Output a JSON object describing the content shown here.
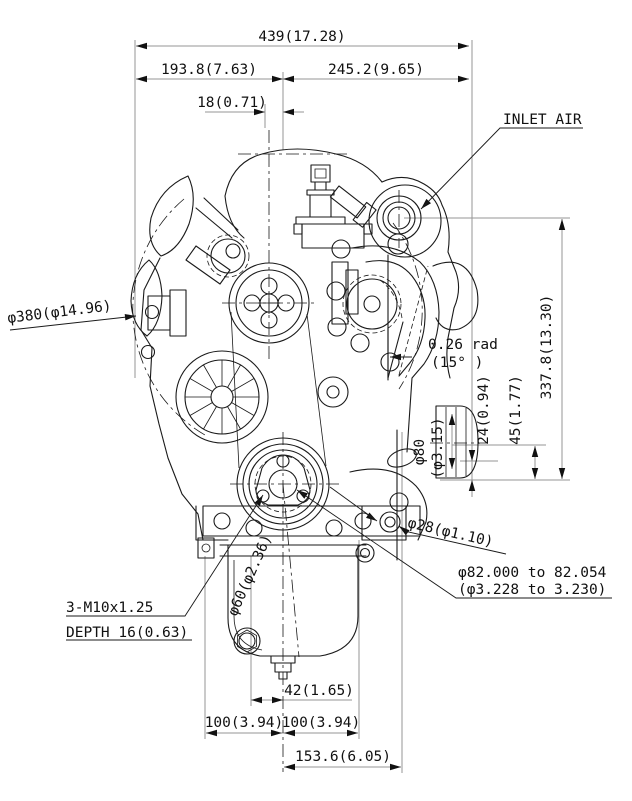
{
  "page": {
    "background": "#ffffff"
  },
  "drawing": {
    "type": "engine-dimensional-outline-drawing",
    "annotations": {
      "dim_total_width": "439(17.28)",
      "dim_width_left": "193.8(7.63)",
      "dim_width_right": "245.2(9.65)",
      "dim_offset_18": "18(0.71)",
      "label_inlet_air": "INLET AIR",
      "dim_fan_diameter": "φ380(φ14.96)",
      "dim_angle_rad": "0.26 rad",
      "dim_angle_deg": "(15° )",
      "dim_height_inlet": "337.8(13.30)",
      "dim_24": "24(0.94)",
      "dim_45": "45(1.77)",
      "dim_shaft_dia_mm": "φ80",
      "dim_shaft_dia_in": "(φ3.15)",
      "dim_hole_dia": "φ28(φ1.10)",
      "dim_bore_mm": "φ82.000 to 82.054",
      "dim_bore_in": "(φ3.228 to 3.230)",
      "note_tap": "3-M10x1.25",
      "note_tap_depth": "DEPTH 16(0.63)",
      "dim_boss_dia": "φ60(φ2.36)",
      "dim_42": "42(1.65)",
      "dim_100_left": "100(3.94)",
      "dim_100_right": "100(3.94)",
      "dim_153": "153.6(6.05)"
    },
    "colors": {
      "object_line": "#1a1a1a",
      "dimension_line": "#969696",
      "text": "#111111",
      "background": "#ffffff"
    }
  }
}
